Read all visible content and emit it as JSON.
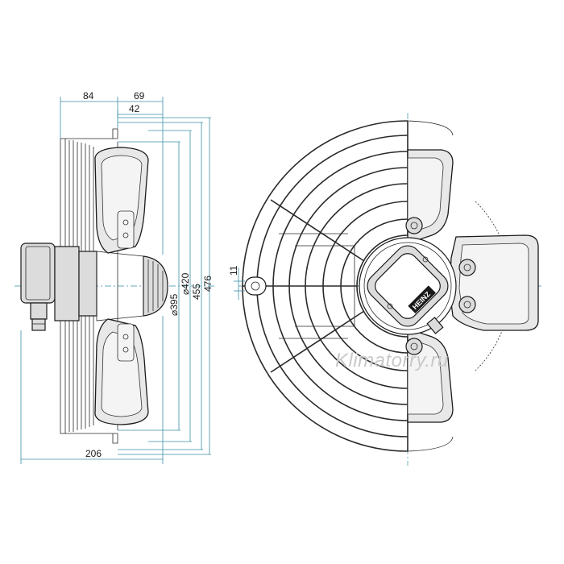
{
  "dimensions": {
    "d84": "84",
    "d69": "69",
    "d42": "42",
    "d395": "⌀395",
    "d420": "⌀420",
    "d455": "455",
    "d476": "476",
    "d206": "206",
    "d11": "11"
  },
  "brand_label": "HEINZ",
  "watermark": "Klimatorry.ru"
}
